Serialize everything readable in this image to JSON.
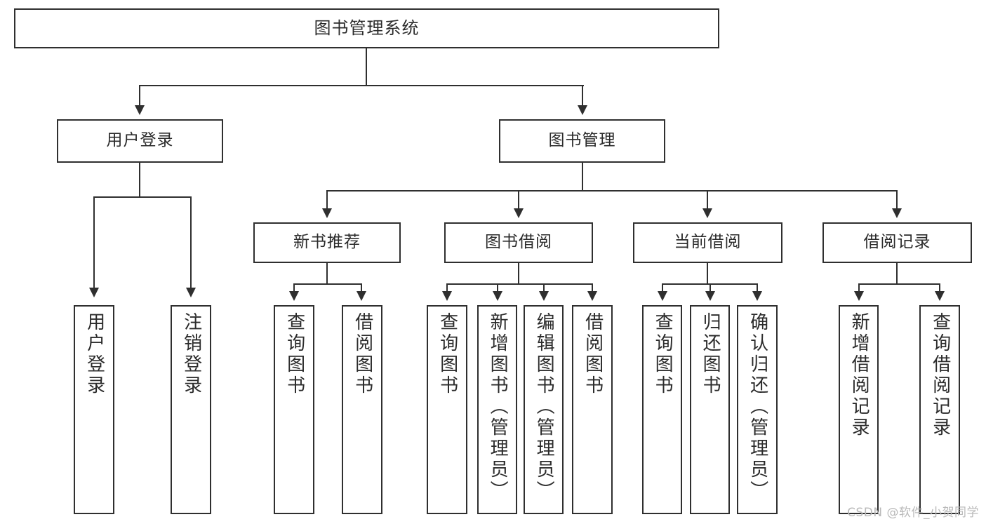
{
  "diagram": {
    "type": "hierarchy-tree",
    "title": "图书管理系统",
    "watermark": "CSDN @软件_小贺同学",
    "colors": {
      "stroke": "#2f2f2f",
      "text": "#2b2b2b",
      "background": "#ffffff",
      "watermark": "#b9b9b9"
    },
    "levels": [
      {
        "level": 1,
        "nodes": [
          {
            "id": "root",
            "label": "图书管理系统",
            "orientation": "horizontal"
          }
        ]
      },
      {
        "level": 2,
        "nodes": [
          {
            "id": "login",
            "label": "用户登录",
            "orientation": "horizontal",
            "parent": "root"
          },
          {
            "id": "bookmgmt",
            "label": "图书管理",
            "orientation": "horizontal",
            "parent": "root"
          }
        ]
      },
      {
        "level": 3,
        "nodes": [
          {
            "id": "newbook",
            "label": "新书推荐",
            "orientation": "horizontal",
            "parent": "bookmgmt"
          },
          {
            "id": "borrow",
            "label": "图书借阅",
            "orientation": "horizontal",
            "parent": "bookmgmt"
          },
          {
            "id": "current",
            "label": "当前借阅",
            "orientation": "horizontal",
            "parent": "bookmgmt"
          },
          {
            "id": "records",
            "label": "借阅记录",
            "orientation": "horizontal",
            "parent": "bookmgmt"
          }
        ]
      },
      {
        "level": 4,
        "nodes": [
          {
            "id": "leaf1",
            "label": "用户登录",
            "orientation": "vertical",
            "parent": "login"
          },
          {
            "id": "leaf2",
            "label": "注销登录",
            "orientation": "vertical",
            "parent": "login"
          },
          {
            "id": "leaf3",
            "label": "查询图书",
            "orientation": "vertical",
            "parent": "newbook"
          },
          {
            "id": "leaf4",
            "label": "借阅图书",
            "orientation": "vertical",
            "parent": "newbook"
          },
          {
            "id": "leaf5",
            "label": "查询图书",
            "orientation": "vertical",
            "parent": "borrow"
          },
          {
            "id": "leaf6",
            "label": "新增图书（管理员）",
            "orientation": "vertical",
            "parent": "borrow"
          },
          {
            "id": "leaf7",
            "label": "编辑图书（管理员）",
            "orientation": "vertical",
            "parent": "borrow"
          },
          {
            "id": "leaf8",
            "label": "借阅图书",
            "orientation": "vertical",
            "parent": "borrow"
          },
          {
            "id": "leaf9",
            "label": "查询图书",
            "orientation": "vertical",
            "parent": "current"
          },
          {
            "id": "leaf10",
            "label": "归还图书",
            "orientation": "vertical",
            "parent": "current"
          },
          {
            "id": "leaf11",
            "label": "确认归还（管理员）",
            "orientation": "vertical",
            "parent": "current"
          },
          {
            "id": "leaf12",
            "label": "新增借阅记录",
            "orientation": "vertical",
            "parent": "records"
          },
          {
            "id": "leaf13",
            "label": "查询借阅记录",
            "orientation": "vertical",
            "parent": "records"
          }
        ]
      }
    ]
  }
}
